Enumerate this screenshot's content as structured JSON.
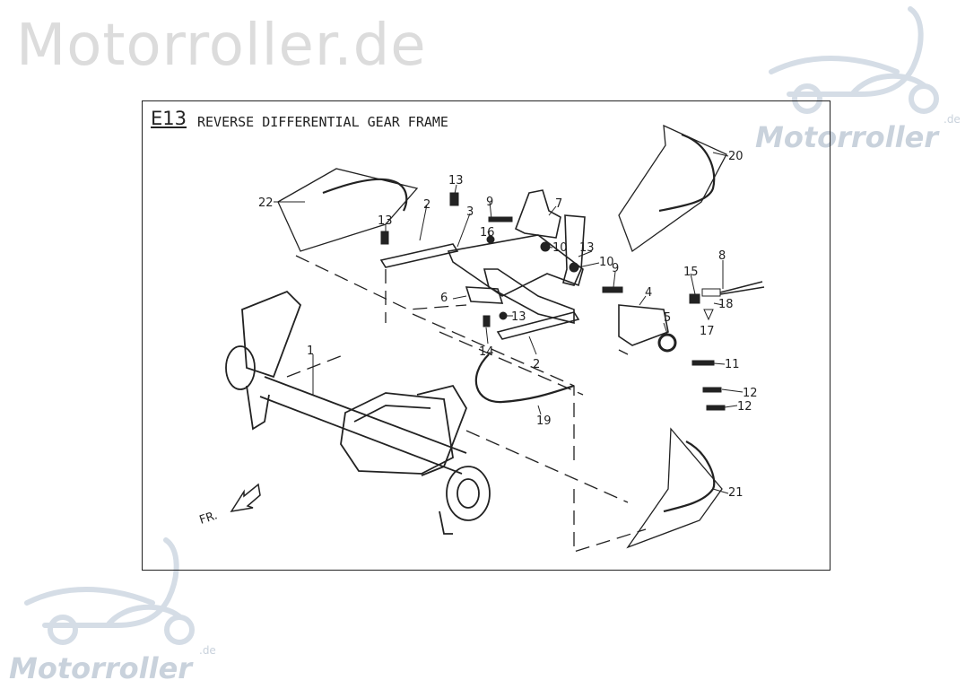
{
  "watermark": {
    "site": "Motorroller.de",
    "logo_text": "Motorroller",
    "logo_suffix": ".de"
  },
  "diagram": {
    "code": "E13",
    "title": "REVERSE DIFFERENTIAL GEAR FRAME",
    "front_label": "FR.",
    "callouts": [
      "1",
      "2",
      "2",
      "3",
      "4",
      "5",
      "6",
      "7",
      "8",
      "9",
      "9",
      "10",
      "10",
      "11",
      "12",
      "12",
      "13",
      "13",
      "13",
      "13",
      "14",
      "15",
      "16",
      "17",
      "18",
      "19",
      "20",
      "21",
      "22"
    ]
  },
  "colors": {
    "line": "#222222",
    "watermark_text": "#dcdcdc",
    "watermark_logo": "#c9d2dc"
  }
}
